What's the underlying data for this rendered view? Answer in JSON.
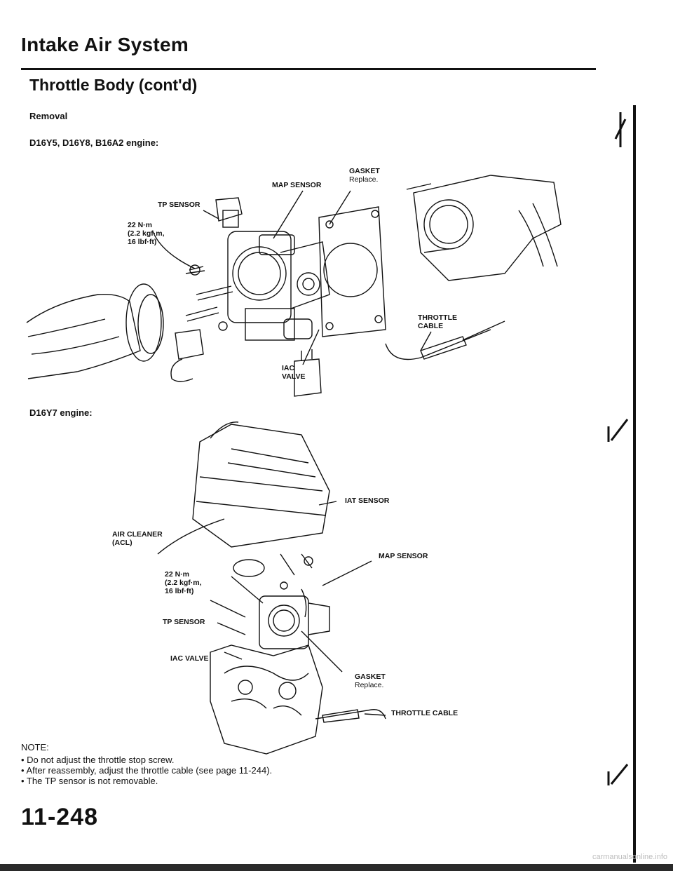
{
  "page": {
    "title": "Intake Air System",
    "section": "Throttle Body (cont'd)",
    "subsection": "Removal",
    "page_number": "11-248",
    "watermark": "carmanualsonline.info"
  },
  "diagram1": {
    "engine": "D16Y5, D16Y8, B16A2 engine:",
    "labels": {
      "map_sensor": "MAP SENSOR",
      "gasket": "GASKET",
      "gasket_note": "Replace.",
      "tp_sensor": "TP SENSOR",
      "torque_1": "22 N·m",
      "torque_2": "(2.2 kgf·m,",
      "torque_3": "16 lbf·ft)",
      "throttle_cable_1": "THROTTLE",
      "throttle_cable_2": "CABLE",
      "iac_1": "IAC",
      "iac_2": "VALVE"
    }
  },
  "diagram2": {
    "engine": "D16Y7 engine:",
    "labels": {
      "iat_sensor": "IAT SENSOR",
      "air_cleaner_1": "AIR CLEANER",
      "air_cleaner_2": "(ACL)",
      "map_sensor": "MAP SENSOR",
      "torque_1": "22 N·m",
      "torque_2": "(2.2 kgf·m,",
      "torque_3": "16 lbf·ft)",
      "tp_sensor": "TP SENSOR",
      "iac_valve": "IAC VALVE",
      "gasket": "GASKET",
      "gasket_note": "Replace.",
      "throttle_cable": "THROTTLE CABLE"
    }
  },
  "notes": {
    "heading": "NOTE:",
    "items": [
      "Do not adjust the throttle stop screw.",
      "After reassembly, adjust the throttle cable (see page 11-244).",
      "The TP sensor is not removable."
    ]
  }
}
